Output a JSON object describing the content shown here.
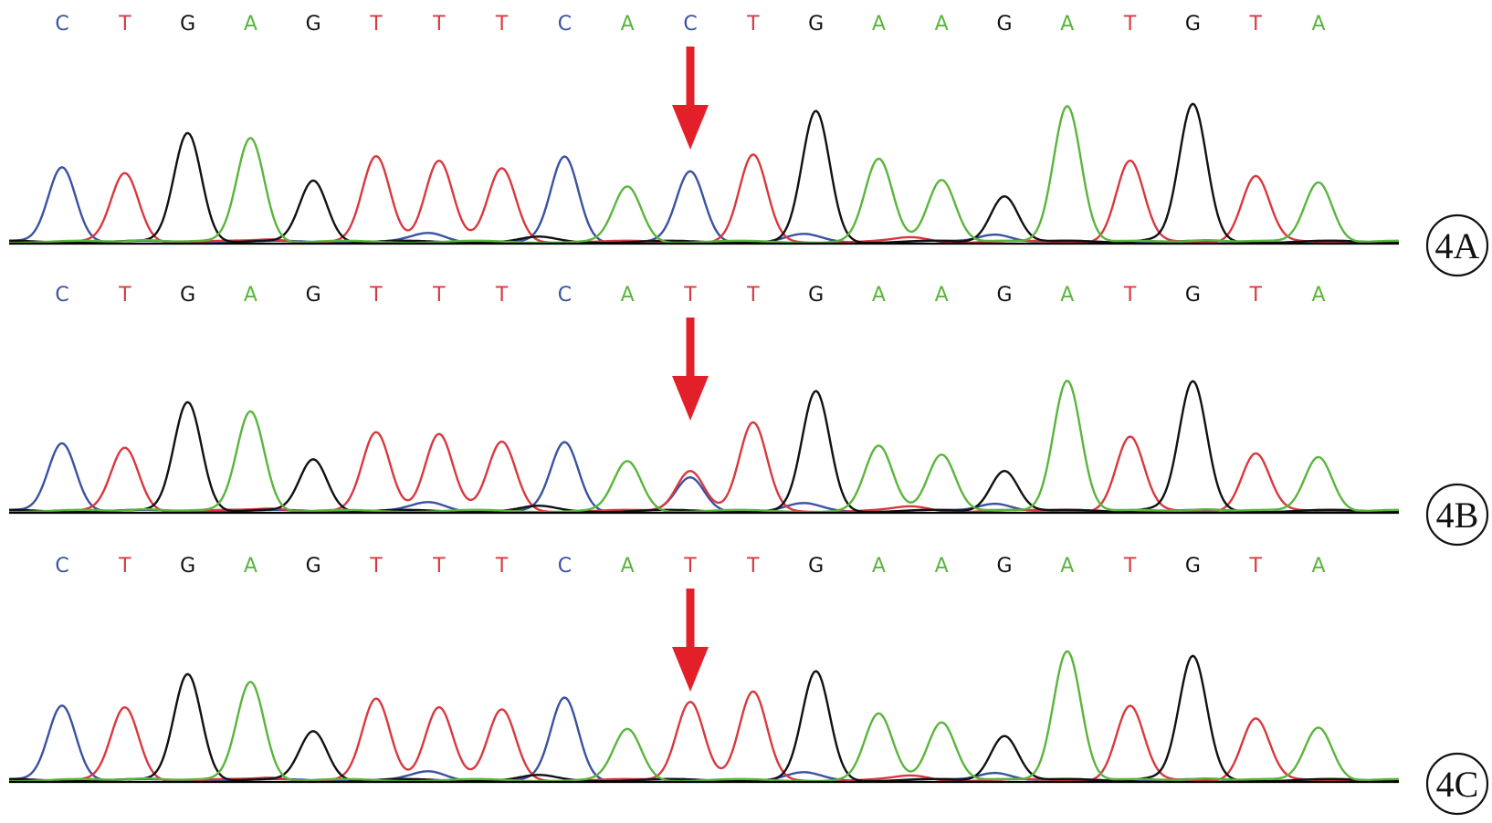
{
  "colors": {
    "A": "#5ab53c",
    "C": "#3a52a0",
    "G": "#111111",
    "T": "#d9383f",
    "arrow": "#e3202a",
    "baseline": "#000000"
  },
  "chart_data": {
    "type": "chromatogram",
    "panels": [
      {
        "label": "4A",
        "sequence": [
          "C",
          "T",
          "G",
          "A",
          "G",
          "T",
          "T",
          "T",
          "C",
          "A",
          "C",
          "T",
          "G",
          "A",
          "A",
          "G",
          "A",
          "T",
          "G",
          "T",
          "A"
        ],
        "arrow_base_index": 10,
        "peaks": [
          {
            "base": "C",
            "height": 0.55
          },
          {
            "base": "T",
            "height": 0.5
          },
          {
            "base": "G",
            "height": 0.8
          },
          {
            "base": "A",
            "height": 0.76
          },
          {
            "base": "G",
            "height": 0.45
          },
          {
            "base": "T",
            "height": 0.62
          },
          {
            "base": "T",
            "height": 0.6
          },
          {
            "base": "T",
            "height": 0.53
          },
          {
            "base": "C",
            "height": 0.62
          },
          {
            "base": "A",
            "height": 0.4
          },
          {
            "base": "C",
            "height": 0.51
          },
          {
            "base": "T",
            "height": 0.63
          },
          {
            "base": "G",
            "height": 0.95
          },
          {
            "base": "A",
            "height": 0.6
          },
          {
            "base": "A",
            "height": 0.46
          },
          {
            "base": "G",
            "height": 0.34
          },
          {
            "base": "A",
            "height": 1.0
          },
          {
            "base": "T",
            "height": 0.59
          },
          {
            "base": "G",
            "height": 1.0
          },
          {
            "base": "T",
            "height": 0.48
          },
          {
            "base": "A",
            "height": 0.44
          }
        ],
        "secondary_peaks": []
      },
      {
        "label": "4B",
        "sequence": [
          "C",
          "T",
          "G",
          "A",
          "G",
          "T",
          "T",
          "T",
          "C",
          "A",
          "T",
          "T",
          "G",
          "A",
          "A",
          "G",
          "A",
          "T",
          "G",
          "T",
          "A"
        ],
        "arrow_base_index": 10,
        "peaks": [
          {
            "base": "C",
            "height": 0.5
          },
          {
            "base": "T",
            "height": 0.46
          },
          {
            "base": "G",
            "height": 0.8
          },
          {
            "base": "A",
            "height": 0.73
          },
          {
            "base": "G",
            "height": 0.38
          },
          {
            "base": "T",
            "height": 0.57
          },
          {
            "base": "T",
            "height": 0.57
          },
          {
            "base": "T",
            "height": 0.5
          },
          {
            "base": "C",
            "height": 0.5
          },
          {
            "base": "A",
            "height": 0.36
          },
          {
            "base": "T",
            "height": 0.3
          },
          {
            "base": "T",
            "height": 0.64
          },
          {
            "base": "G",
            "height": 0.87
          },
          {
            "base": "A",
            "height": 0.47
          },
          {
            "base": "A",
            "height": 0.42
          },
          {
            "base": "G",
            "height": 0.3
          },
          {
            "base": "A",
            "height": 0.96
          },
          {
            "base": "T",
            "height": 0.54
          },
          {
            "base": "G",
            "height": 0.94
          },
          {
            "base": "T",
            "height": 0.42
          },
          {
            "base": "A",
            "height": 0.4
          }
        ],
        "secondary_peaks": [
          {
            "base_index": 10,
            "base": "C",
            "height": 0.24
          }
        ]
      },
      {
        "label": "4C",
        "sequence": [
          "C",
          "T",
          "G",
          "A",
          "G",
          "T",
          "T",
          "T",
          "C",
          "A",
          "T",
          "T",
          "G",
          "A",
          "A",
          "G",
          "A",
          "T",
          "G",
          "T",
          "A"
        ],
        "arrow_base_index": 10,
        "peaks": [
          {
            "base": "C",
            "height": 0.55
          },
          {
            "base": "T",
            "height": 0.53
          },
          {
            "base": "G",
            "height": 0.78
          },
          {
            "base": "A",
            "height": 0.72
          },
          {
            "base": "G",
            "height": 0.36
          },
          {
            "base": "T",
            "height": 0.59
          },
          {
            "base": "T",
            "height": 0.54
          },
          {
            "base": "T",
            "height": 0.51
          },
          {
            "base": "C",
            "height": 0.6
          },
          {
            "base": "A",
            "height": 0.37
          },
          {
            "base": "T",
            "height": 0.58
          },
          {
            "base": "T",
            "height": 0.64
          },
          {
            "base": "G",
            "height": 0.79
          },
          {
            "base": "A",
            "height": 0.48
          },
          {
            "base": "A",
            "height": 0.43
          },
          {
            "base": "G",
            "height": 0.33
          },
          {
            "base": "A",
            "height": 0.95
          },
          {
            "base": "T",
            "height": 0.54
          },
          {
            "base": "G",
            "height": 0.9
          },
          {
            "base": "T",
            "height": 0.45
          },
          {
            "base": "A",
            "height": 0.39
          }
        ],
        "secondary_peaks": []
      }
    ]
  }
}
